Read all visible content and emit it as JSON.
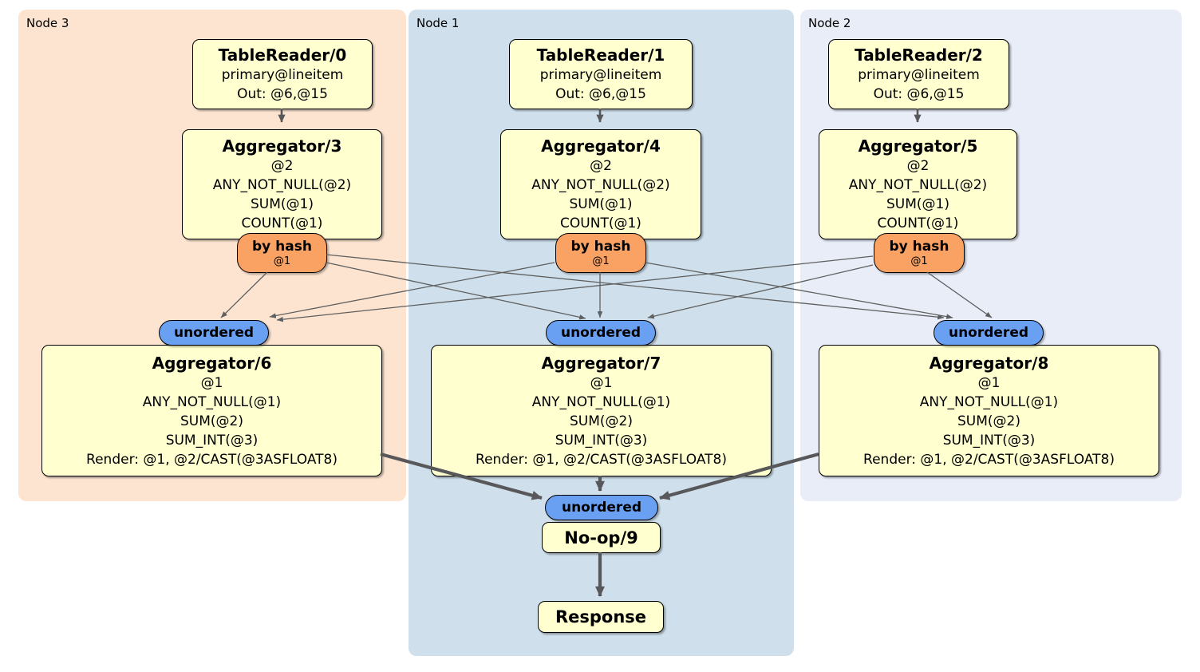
{
  "regions": {
    "node3": {
      "label": "Node 3"
    },
    "node1": {
      "label": "Node 1"
    },
    "node2": {
      "label": "Node 2"
    }
  },
  "boxes": {
    "tr0": {
      "title": "TableReader/0",
      "line1": "primary@lineitem",
      "line2": "Out: @6,@15"
    },
    "tr1": {
      "title": "TableReader/1",
      "line1": "primary@lineitem",
      "line2": "Out: @6,@15"
    },
    "tr2": {
      "title": "TableReader/2",
      "line1": "primary@lineitem",
      "line2": "Out: @6,@15"
    },
    "agg3": {
      "title": "Aggregator/3",
      "line1": "@2",
      "line2": "ANY_NOT_NULL(@2)",
      "line3": "SUM(@1)",
      "line4": "COUNT(@1)"
    },
    "agg4": {
      "title": "Aggregator/4",
      "line1": "@2",
      "line2": "ANY_NOT_NULL(@2)",
      "line3": "SUM(@1)",
      "line4": "COUNT(@1)"
    },
    "agg5": {
      "title": "Aggregator/5",
      "line1": "@2",
      "line2": "ANY_NOT_NULL(@2)",
      "line3": "SUM(@1)",
      "line4": "COUNT(@1)"
    },
    "agg6": {
      "title": "Aggregator/6",
      "line1": "@1",
      "line2": "ANY_NOT_NULL(@1)",
      "line3": "SUM(@2)",
      "line4": "SUM_INT(@3)",
      "line5": "Render: @1, @2/CAST(@3ASFLOAT8)"
    },
    "agg7": {
      "title": "Aggregator/7",
      "line1": "@1",
      "line2": "ANY_NOT_NULL(@1)",
      "line3": "SUM(@2)",
      "line4": "SUM_INT(@3)",
      "line5": "Render: @1, @2/CAST(@3ASFLOAT8)"
    },
    "agg8": {
      "title": "Aggregator/8",
      "line1": "@1",
      "line2": "ANY_NOT_NULL(@1)",
      "line3": "SUM(@2)",
      "line4": "SUM_INT(@3)",
      "line5": "Render: @1, @2/CAST(@3ASFLOAT8)"
    },
    "noop9": {
      "title": "No-op/9"
    },
    "response": {
      "title": "Response"
    }
  },
  "routers": {
    "byhash3": {
      "label": "by hash",
      "detail": "@1"
    },
    "byhash4": {
      "label": "by hash",
      "detail": "@1"
    },
    "byhash5": {
      "label": "by hash",
      "detail": "@1"
    }
  },
  "syncs": {
    "unordered6": {
      "label": "unordered"
    },
    "unordered7": {
      "label": "unordered"
    },
    "unordered8": {
      "label": "unordered"
    },
    "unordered9": {
      "label": "unordered"
    }
  },
  "colors": {
    "node3_bg": "#fce4d1",
    "node1_bg": "#cfe0ec",
    "node2_bg": "#e9edf8",
    "box_bg": "#ffffcf",
    "router_bg": "#f9a264",
    "sync_bg": "#6aa0f2",
    "edge": "#58585a",
    "thin_edge": "#5f5f5f"
  }
}
